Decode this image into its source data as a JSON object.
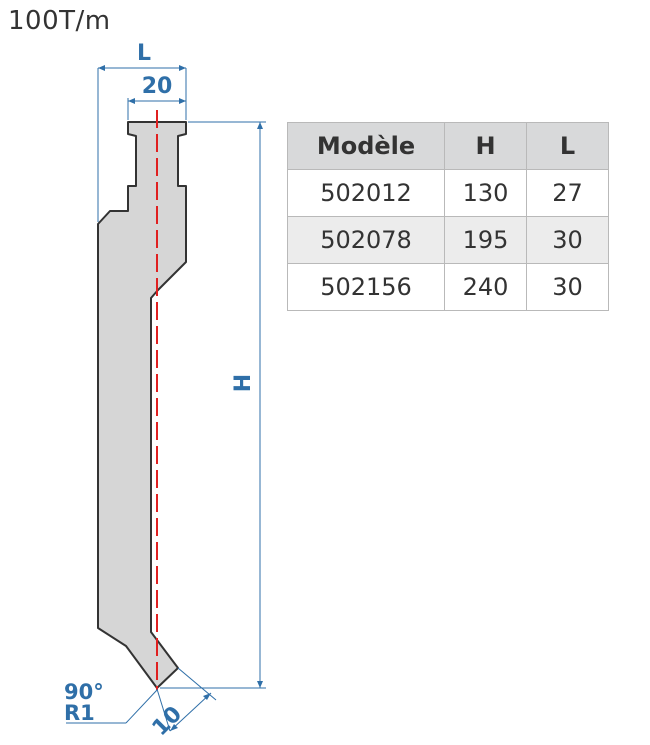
{
  "capacity_label": "100T/m",
  "dimensions": {
    "width_label": "L",
    "top_width": "20",
    "height_label": "H",
    "angle": "90°",
    "radius": "R1",
    "tip": "10"
  },
  "table": {
    "headers": [
      "Modèle",
      "H",
      "L"
    ],
    "rows": [
      [
        "502012",
        "130",
        "27"
      ],
      [
        "502078",
        "195",
        "30"
      ],
      [
        "502156",
        "240",
        "30"
      ]
    ]
  },
  "colors": {
    "dimension": "#2f6fa8",
    "centerline": "#e02020",
    "body_fill": "#d6d6d6",
    "outline": "#333333"
  }
}
